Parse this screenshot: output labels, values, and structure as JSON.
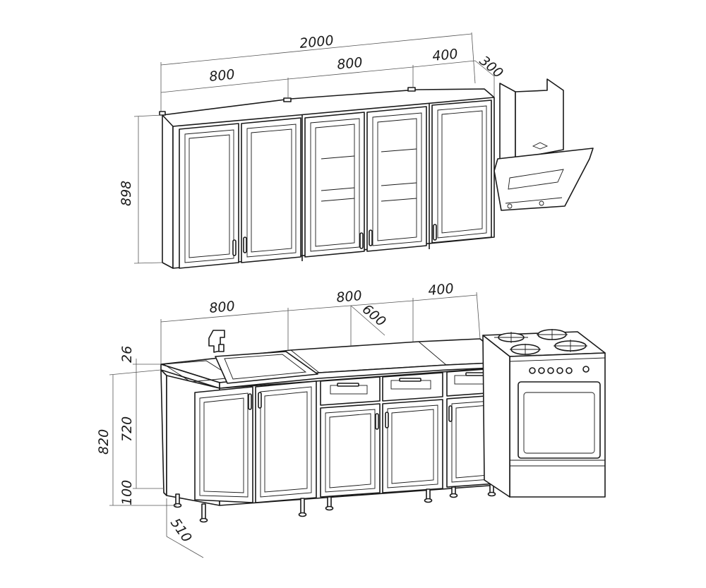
{
  "upper_set": {
    "total_width": "2000",
    "module_1": "800",
    "module_2": "800",
    "module_3": "400",
    "hood_depth": "300",
    "height": "898"
  },
  "lower_set": {
    "module_1": "800",
    "module_2": "800",
    "module_3": "400",
    "countertop_depth": "600",
    "countertop_thickness": "26",
    "carcass_height": "720",
    "total_height": "820",
    "leg_height": "100",
    "cabinet_depth": "510"
  }
}
